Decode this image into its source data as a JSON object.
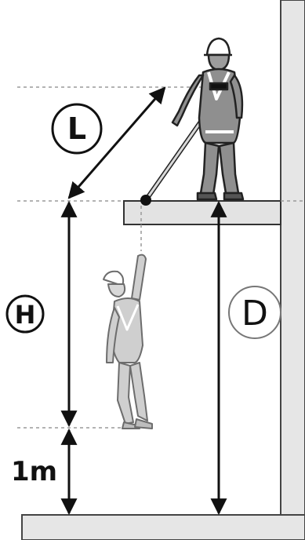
{
  "labels": {
    "lanyard_length": "L",
    "free_fall_height": "H",
    "clearance_distance": "D",
    "safety_margin": "1m"
  },
  "colors": {
    "wall": "#e6e6e6",
    "ground": "#e6e6e6",
    "platform": "#e3e3e3",
    "ink": "#111111",
    "guide_line": "#9a9a9a",
    "worker_fill": "#8f8f8f",
    "worker_fallen": "#c9c9c9"
  },
  "icons": {
    "standing_worker": "worker-standing-icon",
    "falling_worker": "worker-falling-icon",
    "anchor_point": "anchor-point-icon"
  }
}
